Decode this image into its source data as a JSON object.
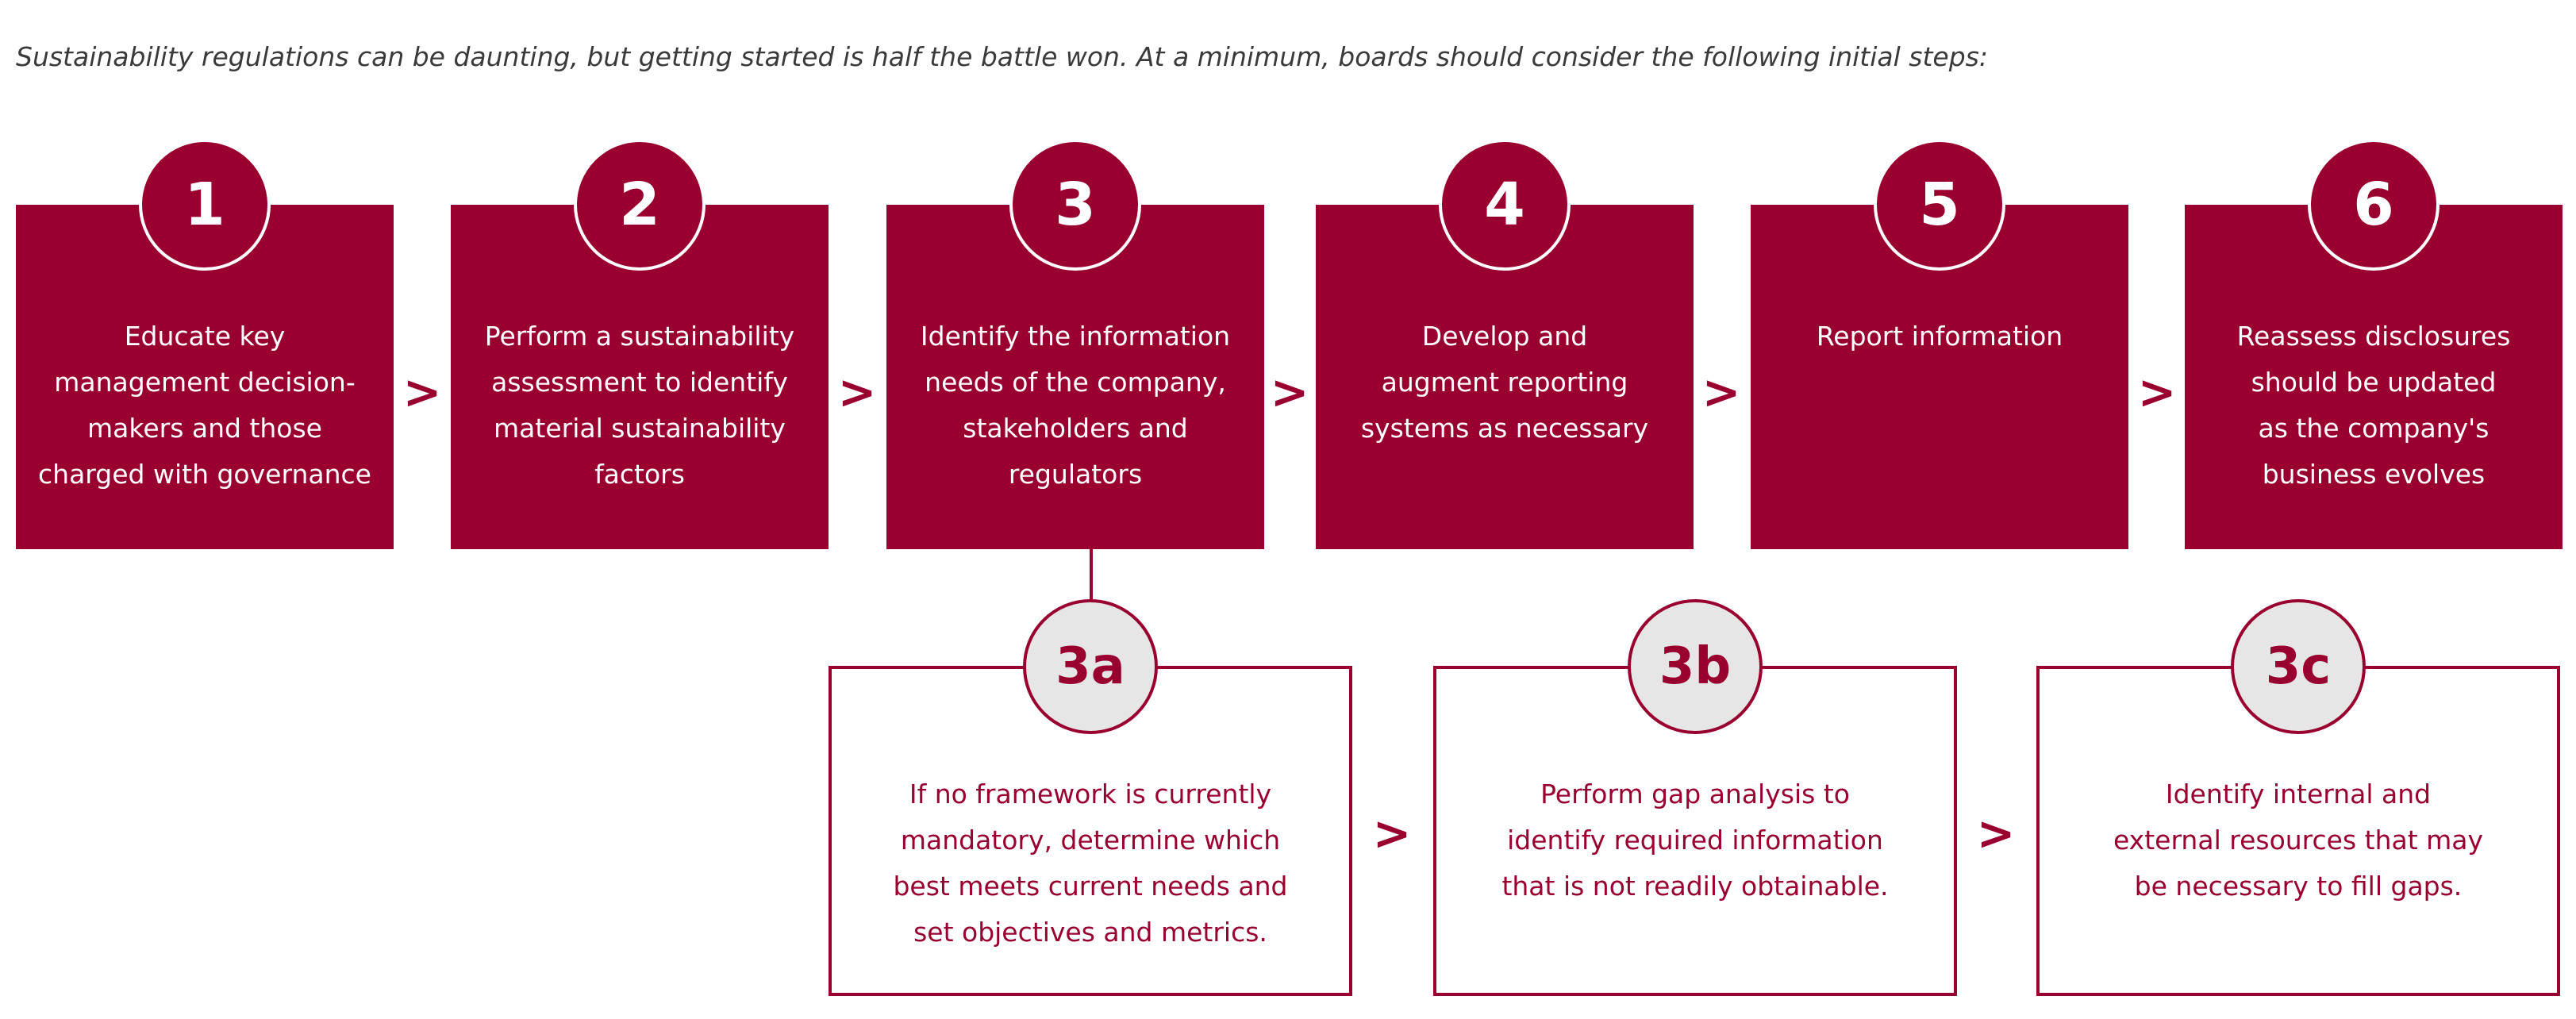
{
  "intro": "Sustainability regulations can be daunting, but getting started is half the battle won. At a minimum, boards should consider the following initial steps:",
  "steps": [
    {
      "number": "1",
      "lines": [
        "Educate key",
        "management decision-",
        "makers and those",
        "charged with governance"
      ]
    },
    {
      "number": "2",
      "lines": [
        "Perform a sustainability",
        "assessment to identify",
        "material sustainability",
        "factors"
      ]
    },
    {
      "number": "3",
      "lines": [
        "Identify the information",
        "needs of the company,",
        "stakeholders and",
        "regulators"
      ]
    },
    {
      "number": "4",
      "lines": [
        "Develop and",
        "augment reporting",
        "systems as necessary"
      ]
    },
    {
      "number": "5",
      "lines": [
        "Report information"
      ]
    },
    {
      "number": "6",
      "lines": [
        "Reassess disclosures",
        "should be updated",
        "as the company's",
        "business evolves"
      ]
    }
  ],
  "substeps": [
    {
      "number": "3a",
      "lines": [
        "If no framework is currently",
        "mandatory, determine which",
        "best meets current needs and",
        "set objectives and metrics."
      ]
    },
    {
      "number": "3b",
      "lines": [
        "Perform gap analysis to",
        "identify required information",
        "that is not readily obtainable."
      ]
    },
    {
      "number": "3c",
      "lines": [
        "Identify internal and",
        "external resources that may",
        "be necessary to fill gaps."
      ]
    }
  ],
  "arrow_glyph": ">",
  "colors": {
    "primary": "#9a002f",
    "circle_fill_light": "#e6e6e6",
    "text_on_primary": "#ffffff"
  }
}
